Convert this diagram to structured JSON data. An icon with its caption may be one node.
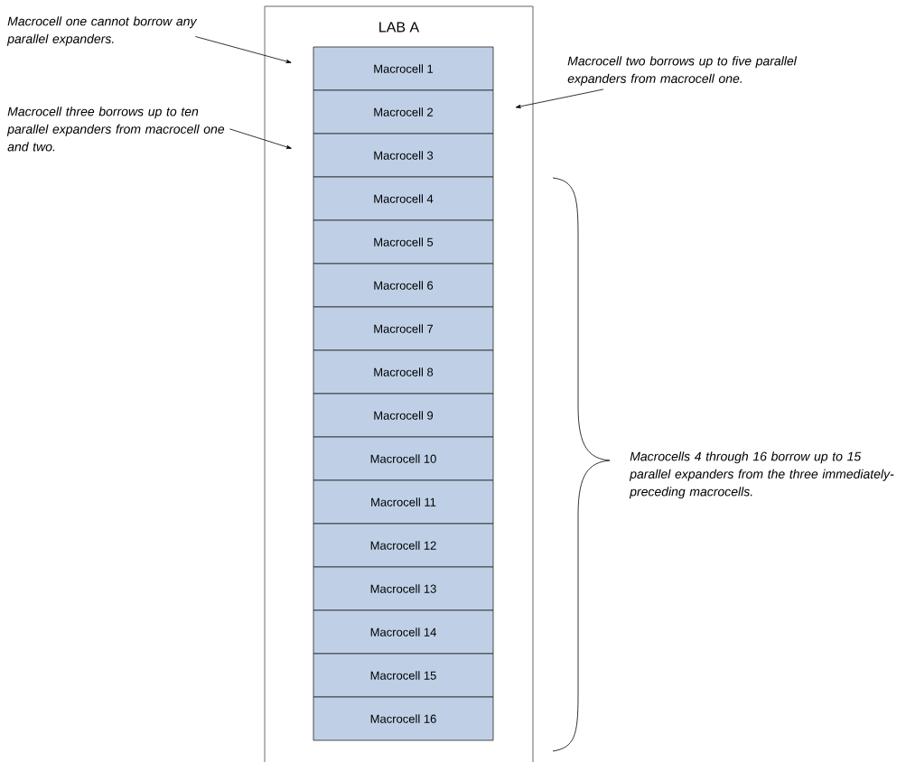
{
  "diagram": {
    "nodes": [
      {
        "text": [
          "LAB A"
        ]
      },
      {
        "text": [
          "Macrocell 1"
        ],
        "in": 0
      },
      {
        "text": [
          "Macrocell 2"
        ],
        "in": 0
      },
      {
        "text": [
          "Macrocell 3"
        ],
        "in": 0
      },
      {
        "text": [
          "Macrocell 4"
        ],
        "in": 0
      },
      {
        "text": [
          "Macrocell 5"
        ],
        "in": 0
      },
      {
        "text": [
          "Macrocell 6"
        ],
        "in": 0
      },
      {
        "text": [
          "Macrocell 7"
        ],
        "in": 0
      },
      {
        "text": [
          "Macrocell 8"
        ],
        "in": 0
      },
      {
        "text": [
          "Macrocell 9"
        ],
        "in": 0
      },
      {
        "text": [
          "Macrocell 10"
        ],
        "in": 0
      },
      {
        "text": [
          "Macrocell 11"
        ],
        "in": 0
      },
      {
        "text": [
          "Macrocell 12"
        ],
        "in": 0
      },
      {
        "text": [
          "Macrocell 13"
        ],
        "in": 0
      },
      {
        "text": [
          "Macrocell 14"
        ],
        "in": 0
      },
      {
        "text": [
          "Macrocell 15"
        ],
        "in": 0
      },
      {
        "text": [
          "Macrocell 16"
        ],
        "in": 0
      },
      {
        "text": [
          "Macrocell one cannot borrow any parallel expanders."
        ]
      },
      {
        "text": [
          "Macrocell two borrows up to five parallel expanders from macrocell one."
        ]
      },
      {
        "text": [
          "Macrocell three borrows up to ten parallel expanders from macrocell one and two."
        ]
      }
    ],
    "edges": [
      {
        "from": 17,
        "to": 1,
        "arrow": "to"
      },
      {
        "from": 18,
        "to": 2,
        "arrow": "to"
      },
      {
        "from": 19,
        "to": 3,
        "arrow": "to"
      }
    ],
    "labels": [
      "Macrocells 4 through 16 borrow up to 15 parallel expanders from the three immediately-preceding macrocells."
    ]
  }
}
